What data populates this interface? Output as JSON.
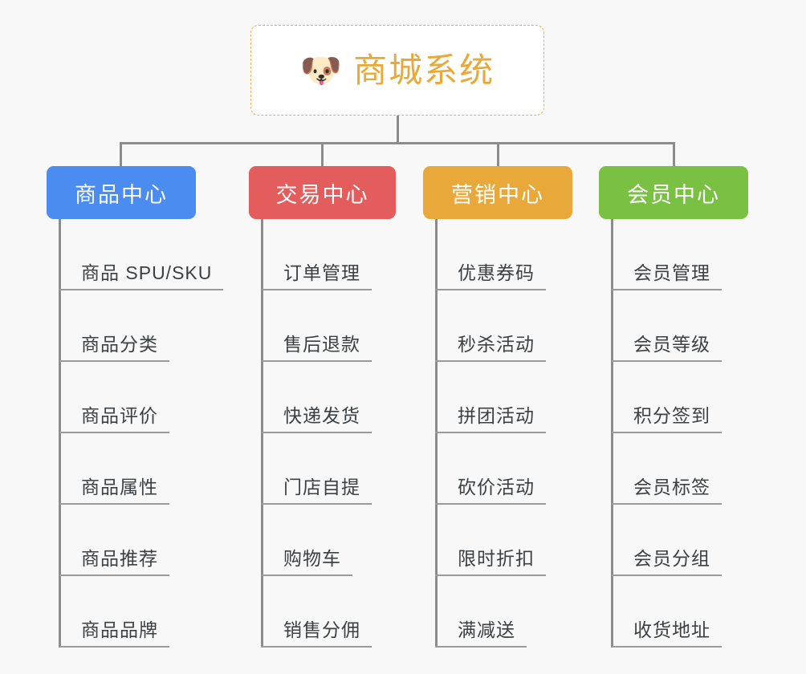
{
  "background_color": "#f8f8f8",
  "root": {
    "icon": "dog-face-emoji",
    "emoji": "🐶",
    "title": "商城系统",
    "text_color": "#e8a93a",
    "border_color": "#e9ae45",
    "background_color": "#ffffff"
  },
  "connector_color": "#8c8c8c",
  "leaf_text_color": "#3c4043",
  "leaf_underline_color": "#9a9a9a",
  "categories": [
    {
      "label": "商品中心",
      "color": "#4a8cf0",
      "width": 186,
      "items": [
        "商品 SPU/SKU",
        "商品分类",
        "商品评价",
        "商品属性",
        "商品推荐",
        "商品品牌"
      ]
    },
    {
      "label": "交易中心",
      "color": "#e45d5d",
      "width": 183,
      "items": [
        "订单管理",
        "售后退款",
        "快递发货",
        "门店自提",
        "购物车",
        "销售分佣"
      ]
    },
    {
      "label": "营销中心",
      "color": "#e8a93a",
      "width": 186,
      "items": [
        "优惠券码",
        "秒杀活动",
        "拼团活动",
        "砍价活动",
        "限时折扣",
        "满减送"
      ]
    },
    {
      "label": "会员中心",
      "color": "#7ac143",
      "width": 186,
      "items": [
        "会员管理",
        "会员等级",
        "积分签到",
        "会员标签",
        "会员分组",
        "收货地址"
      ]
    }
  ]
}
